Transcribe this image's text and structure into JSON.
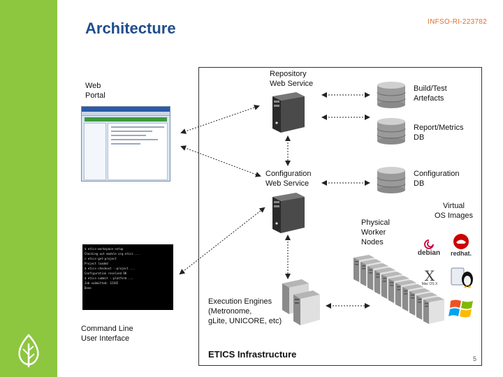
{
  "header": {
    "title": "Architecture",
    "reference": "INFSO-RI-223782",
    "page_number": "5"
  },
  "labels": {
    "web_portal": [
      "Web",
      "Portal"
    ],
    "repository": [
      "Repository",
      "Web Service"
    ],
    "build_test": [
      "Build/Test",
      "Artefacts"
    ],
    "report_metrics": [
      "Report/Metrics",
      "DB"
    ],
    "configuration_ws": [
      "Configuration",
      "Web Service"
    ],
    "configuration_db": [
      "Configuration",
      "DB"
    ],
    "virtual_os": [
      "Virtual",
      "OS Images"
    ],
    "physical_nodes": [
      "Physical",
      "Worker",
      "Nodes"
    ],
    "execution_engines": [
      "Execution Engines",
      "(Metronome,",
      "gLite, UNICORE, etc)"
    ],
    "command_line": [
      "Command Line",
      "User Interface"
    ],
    "infrastructure": "ETICS Infrastructure"
  },
  "os_logos": {
    "debian": "debian",
    "redhat": "redhat.",
    "macos": "Mac OS X"
  },
  "terminal_lines": [
    "$ etics-workspace-setup",
    "Checking out module org.etics ...",
    "> etics-get-project",
    "Project loaded",
    "$ etics-checkout --project ...",
    "Configuration resolved OK",
    "$ etics-submit --platform ...",
    "Job submitted: 12345",
    "Done"
  ],
  "colors": {
    "accent_green": "#8dc63f",
    "title_blue": "#1f4e8c",
    "reference_orange": "#e36c2a"
  }
}
